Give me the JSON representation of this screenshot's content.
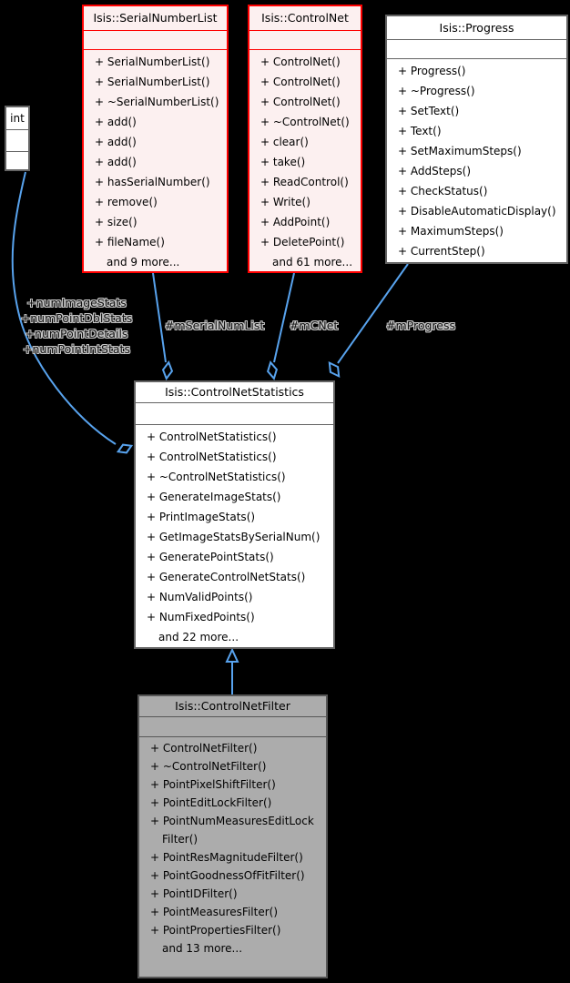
{
  "theme": {
    "background": "#000000",
    "edge_color": "#58a3ee",
    "red_box_border": "#fe0000",
    "red_box_fill": "#fcf0f0",
    "plain_box_border": "#636363",
    "plain_box_fill": "#ffffff",
    "gray_box_border": "#565656",
    "gray_box_fill": "#acacac"
  },
  "diagram": {
    "classes": [
      {
        "id": "int",
        "title": "int",
        "members": []
      },
      {
        "id": "serial-number-list",
        "title": "Isis::SerialNumberList",
        "members": [
          "+ SerialNumberList()",
          "+ SerialNumberList()",
          "+ ~SerialNumberList()",
          "+ add()",
          "+ add()",
          "+ add()",
          "+ hasSerialNumber()",
          "+ remove()",
          "+ size()",
          "+ fileName()",
          "and 9 more..."
        ]
      },
      {
        "id": "control-net",
        "title": "Isis::ControlNet",
        "members": [
          "+ ControlNet()",
          "+ ControlNet()",
          "+ ControlNet()",
          "+ ~ControlNet()",
          "+ clear()",
          "+ take()",
          "+ ReadControl()",
          "+ Write()",
          "+ AddPoint()",
          "+ DeletePoint()",
          "and 61 more..."
        ]
      },
      {
        "id": "progress",
        "title": "Isis::Progress",
        "members": [
          "+ Progress()",
          "+ ~Progress()",
          "+ SetText()",
          "+ Text()",
          "+ SetMaximumSteps()",
          "+ AddSteps()",
          "+ CheckStatus()",
          "+ DisableAutomaticDisplay()",
          "+ MaximumSteps()",
          "+ CurrentStep()"
        ]
      },
      {
        "id": "control-net-statistics",
        "title": "Isis::ControlNetStatistics",
        "members": [
          "+ ControlNetStatistics()",
          "+ ControlNetStatistics()",
          "+ ~ControlNetStatistics()",
          "+ GenerateImageStats()",
          "+ PrintImageStats()",
          "+ GetImageStatsBySerialNum()",
          "+ GeneratePointStats()",
          "+ GenerateControlNetStats()",
          "+ NumValidPoints()",
          "+ NumFixedPoints()",
          "and 22 more..."
        ]
      },
      {
        "id": "control-net-filter",
        "title": "Isis::ControlNetFilter",
        "members": [
          "+ ControlNetFilter()",
          "+ ~ControlNetFilter()",
          "+ PointPixelShiftFilter()",
          "+ PointEditLockFilter()",
          "+ PointNumMeasuresEditLock\nFilter()",
          "+ PointResMagnitudeFilter()",
          "+ PointGoodnessOfFitFilter()",
          "+ PointIDFilter()",
          "+ PointMeasuresFilter()",
          "+ PointPropertiesFilter()",
          "and 13 more..."
        ]
      }
    ],
    "edge_labels": {
      "int_members": [
        "+numImageStats",
        "+numPointDblStats",
        "+numPointDetails",
        "+numPointIntStats"
      ],
      "serial_num_list": "#mSerialNumList",
      "cnet": "#mCNet",
      "progress": "#mProgress"
    }
  }
}
